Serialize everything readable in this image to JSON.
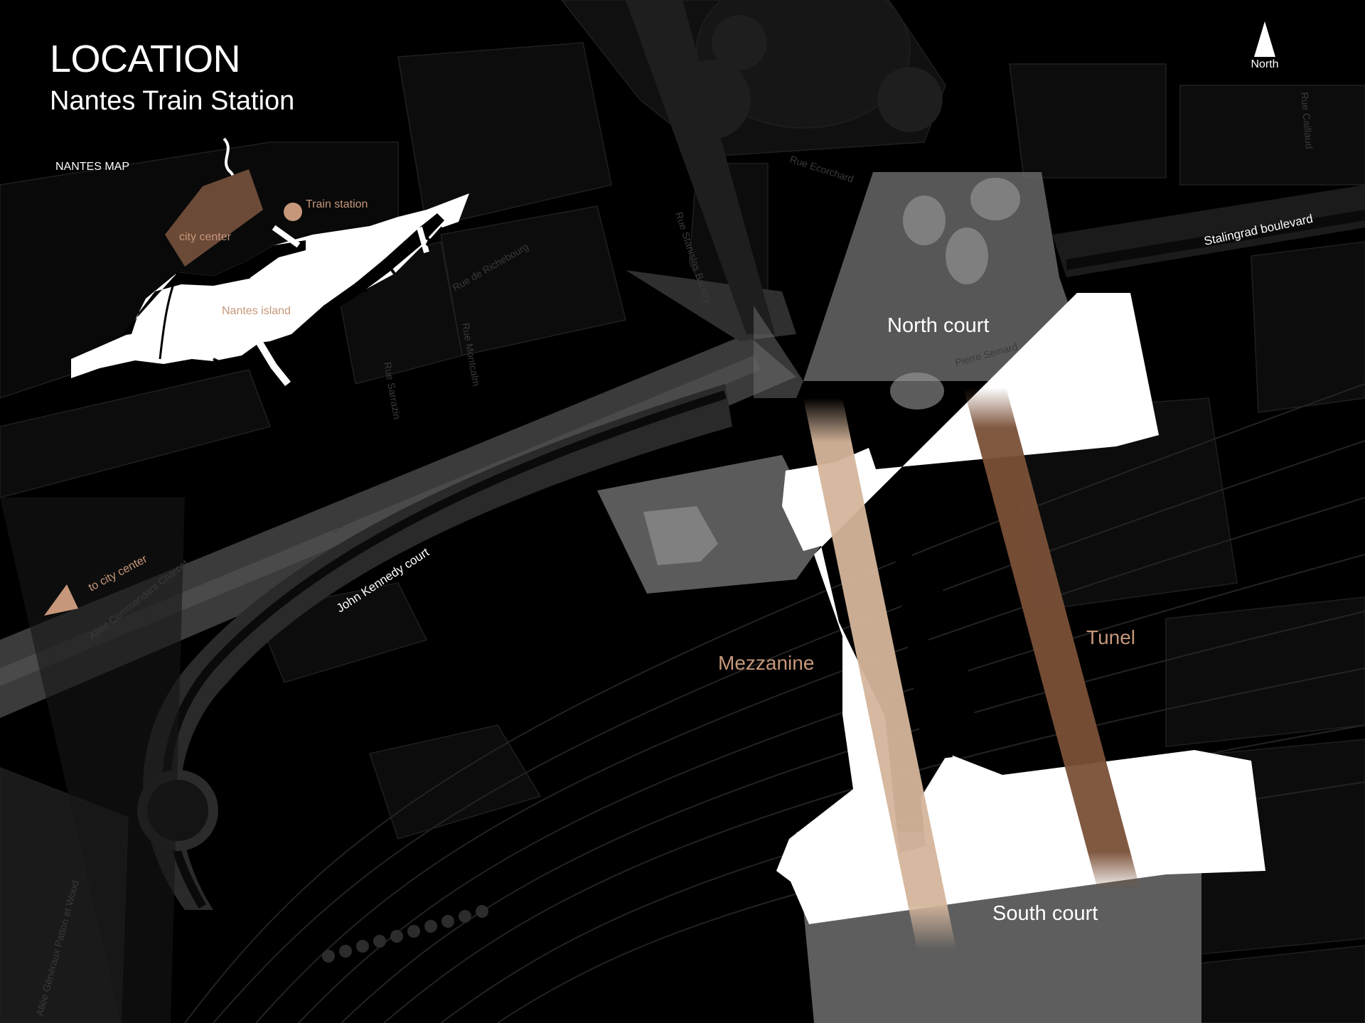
{
  "header": {
    "title": "LOCATION",
    "subtitle": "Nantes Train Station"
  },
  "compass": {
    "label": "North"
  },
  "inset_map": {
    "title": "NANTES MAP",
    "city_center": "city center",
    "train_station": "Train station",
    "island": "Nantes island"
  },
  "labels": {
    "north_court": "North court",
    "south_court": "South court",
    "mezzanine": "Mezzanine",
    "tunnel": "Tunel",
    "stalingrad_boulevard": "Stalingrad boulevard",
    "john_kennedy_court": "John Kennedy court",
    "to_city_center": "to city center"
  },
  "streets": {
    "rue_ecorchard": "Rue Ecorchard",
    "rue_stanislas": "Rue Stanislas Baudry",
    "rue_richebourg": "Rue de Richebourg",
    "rue_montcalm": "Rue Montcalm",
    "rue_sarrazin": "Rue Sarrazin",
    "boulevard_stalingrad": "Boulevard Stalingrad",
    "allee_commandant": "Allée Commandant Charcot",
    "pierre_semard": "Pierre Semard",
    "rue_caillaud": "Rue Caillaud",
    "allee_generaux": "Allée Généraux Patton et Wood"
  },
  "colors": {
    "background": "#000000",
    "accent_copper": "#c6977a",
    "tunnel_brown": "#6b4a37",
    "building_white": "#ffffff",
    "court_gray": "#8a8a8a"
  }
}
